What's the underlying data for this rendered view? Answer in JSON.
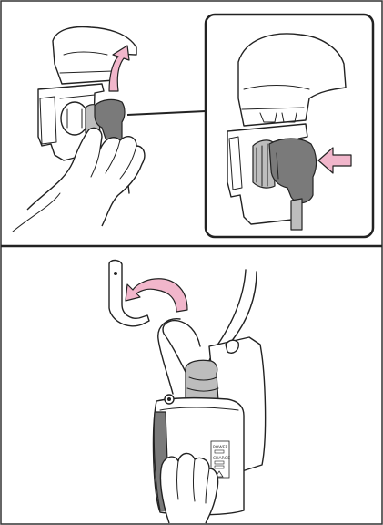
{
  "figure": {
    "panels": [
      {
        "id": "top",
        "steps": [
          "open-cover",
          "insert-plug"
        ],
        "has_callout": true
      },
      {
        "id": "bottom",
        "steps": [
          "hang-cable-on-hook"
        ]
      }
    ],
    "device_labels": {
      "power": "POWER",
      "charge": "CHARGE"
    },
    "colors": {
      "arrow": "#f1b6cb",
      "outline": "#222222",
      "plug": "#7a7a7a",
      "frame": "#333333"
    },
    "icons": [
      "arrow-curved-up",
      "arrow-left",
      "arrow-curved-left",
      "warning-triangle"
    ]
  }
}
